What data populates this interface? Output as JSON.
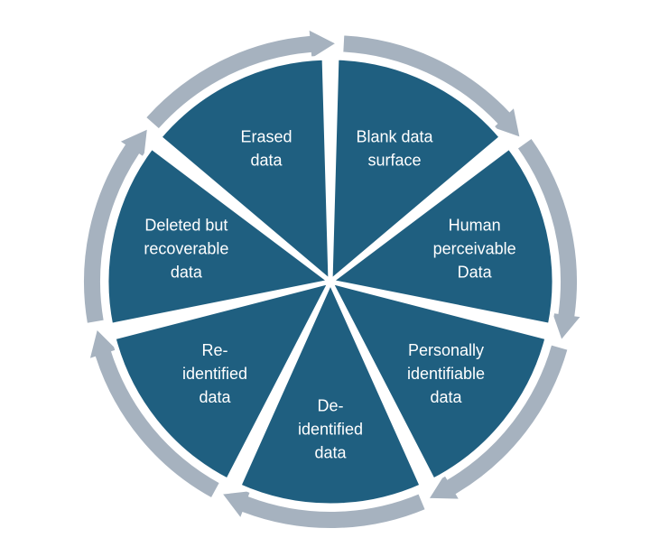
{
  "colors": {
    "segment_fill": "#1f5f80",
    "arrow_fill": "#a6b2bf",
    "label_text": "#ffffff",
    "background": "#ffffff"
  },
  "stages": [
    {
      "id": "blank-data-surface",
      "lines": [
        "Blank data",
        "surface"
      ]
    },
    {
      "id": "human-perceivable-data",
      "lines": [
        "Human",
        "perceivable",
        "Data"
      ]
    },
    {
      "id": "personally-identifiable-data",
      "lines": [
        "Personally",
        "identifiable",
        "data"
      ]
    },
    {
      "id": "de-identified-data",
      "lines": [
        "De-",
        "identified",
        "data"
      ]
    },
    {
      "id": "re-identified-data",
      "lines": [
        "Re-",
        "identified",
        "data"
      ]
    },
    {
      "id": "deleted-but-recoverable-data",
      "lines": [
        "Deleted but",
        "recoverable",
        "data"
      ]
    },
    {
      "id": "erased-data",
      "lines": [
        "Erased",
        "data"
      ]
    }
  ]
}
